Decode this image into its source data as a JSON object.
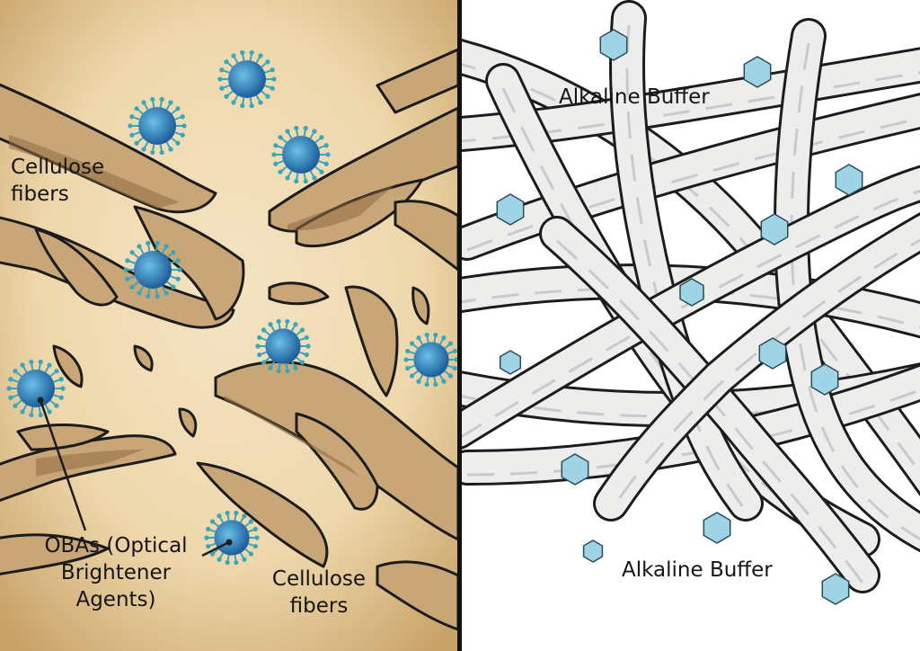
{
  "colors": {
    "left_bg": "#efd9b0",
    "left_bg_dark": "#c9a46a",
    "fiber_tan": "#c8a678",
    "fiber_shadow": "#8f6c42",
    "right_bg": "#ffffff",
    "fiber_white": "#ededec",
    "fiber_white_shade": "#c9cbcb",
    "hexagon_fill": "#9fd4e6",
    "hexagon_stroke": "#2b4b57",
    "virus_body": "#2d87c4",
    "virus_spike": "#3aa7b9",
    "outline": "#1c1c1c"
  },
  "labels": {
    "left_top_fibers": "Cellulose\nfibers",
    "left_bottom_fibers": "Cellulose\nfibers",
    "obas": "OBAs (Optical\nBrightener\nAgents)",
    "buffer_top": "Alkaline Buffer",
    "buffer_bottom": "Alkaline Buffer"
  },
  "icons": {
    "virus_particle": "virus-particle-icon",
    "buffer_particle": "hexagon-icon"
  }
}
